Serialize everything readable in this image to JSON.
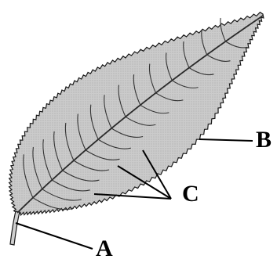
{
  "labels": {
    "a": "A",
    "b": "B",
    "c": "C"
  },
  "colors": {
    "leaf_fill": "#c9c9c9",
    "outline": "#1a1a1a",
    "vein": "#333333",
    "label": "#000000"
  }
}
